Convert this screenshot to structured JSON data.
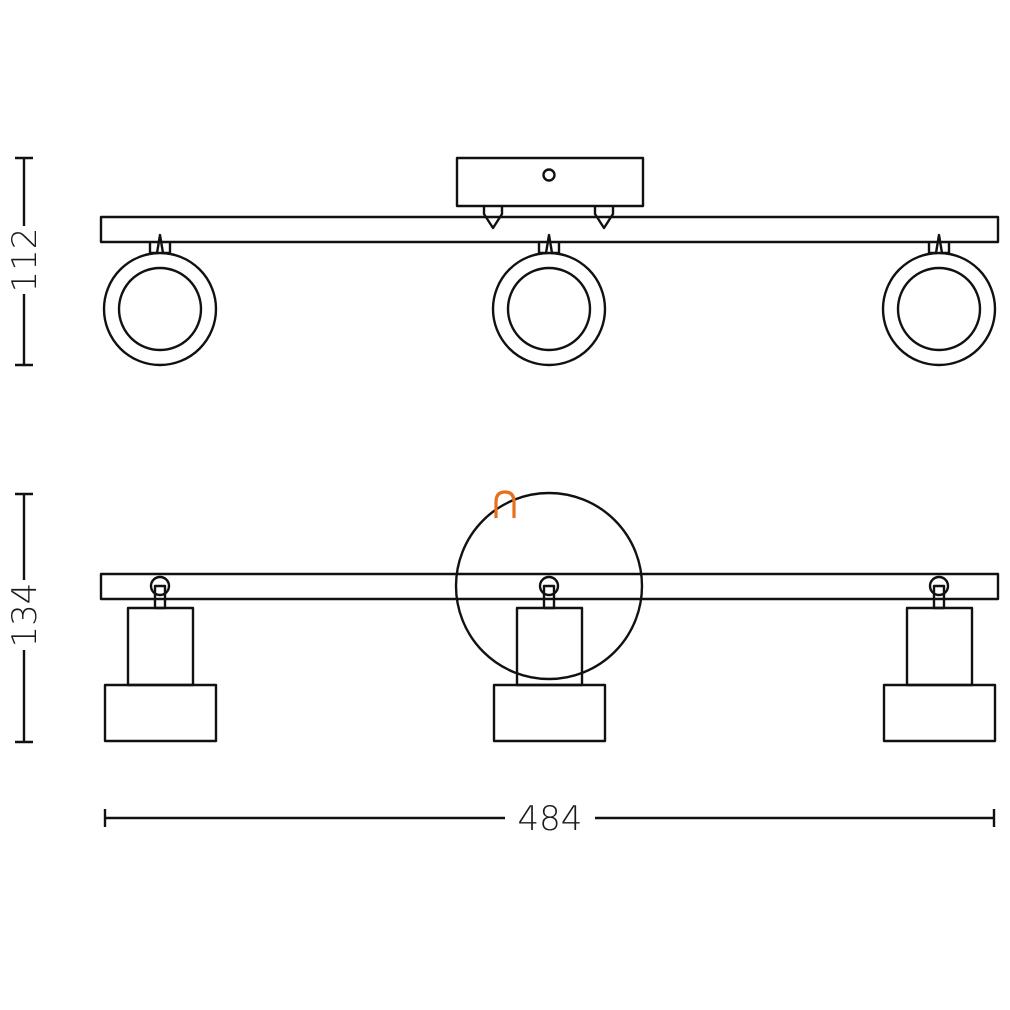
{
  "dimensions": {
    "front_height": "112",
    "side_height": "134",
    "width": "484"
  },
  "colors": {
    "line": "#111111",
    "accent": "#e8701a",
    "background": "#ffffff"
  },
  "icons": {
    "accent_symbol": "orange-n-arch-icon"
  }
}
